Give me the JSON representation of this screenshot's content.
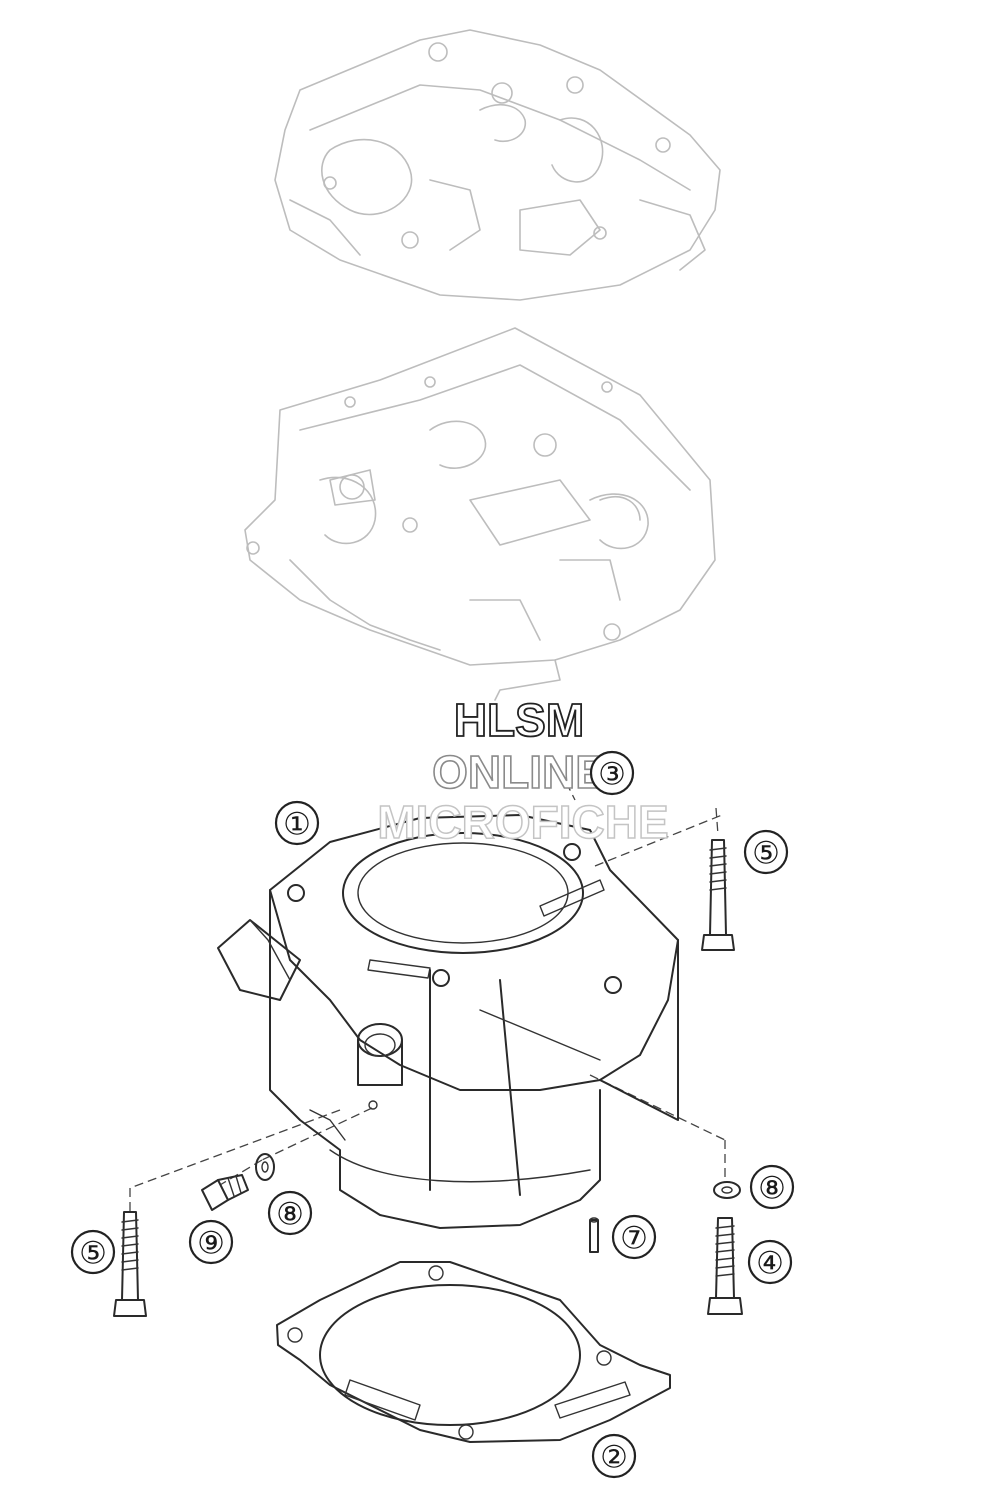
{
  "watermark": {
    "line1": "HLSM",
    "line2": "ONLINE",
    "line3": "MICROFICHE"
  },
  "callouts": [
    {
      "id": "callout-1",
      "label": "①"
    },
    {
      "id": "callout-2",
      "label": "②"
    },
    {
      "id": "callout-3",
      "label": "③"
    },
    {
      "id": "callout-4",
      "label": "④"
    },
    {
      "id": "callout-5a",
      "label": "⑤"
    },
    {
      "id": "callout-5b",
      "label": "⑤"
    },
    {
      "id": "callout-7",
      "label": "⑦"
    },
    {
      "id": "callout-8a",
      "label": "⑧"
    },
    {
      "id": "callout-8b",
      "label": "⑧"
    },
    {
      "id": "callout-9",
      "label": "⑨"
    }
  ]
}
